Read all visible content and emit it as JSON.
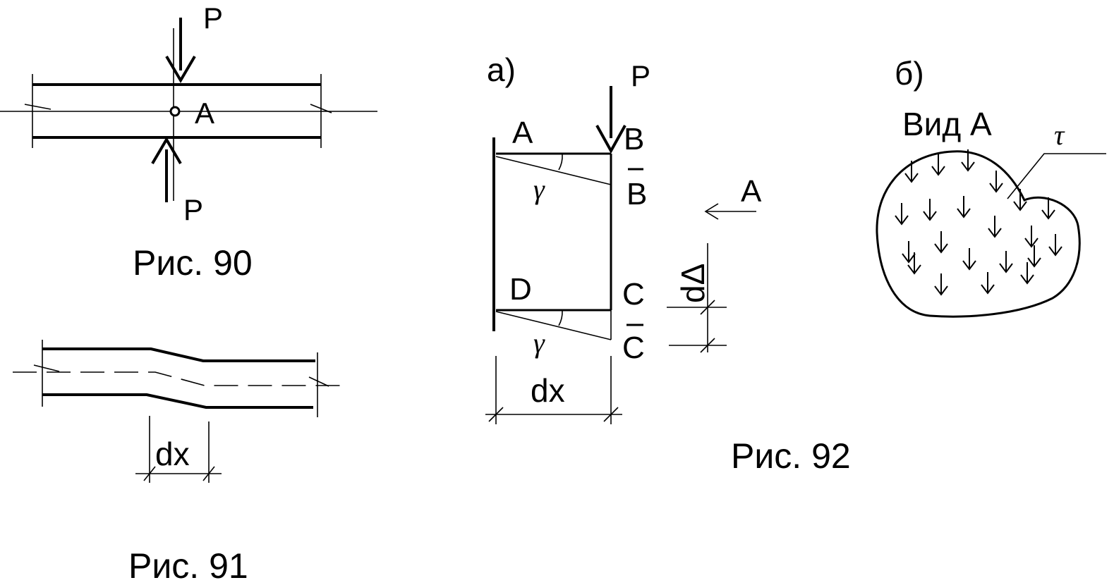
{
  "fig90": {
    "caption": "Рис. 90",
    "force_top": "P",
    "force_bottom": "P",
    "point": "A"
  },
  "fig91": {
    "caption": "Рис. 91",
    "dim": "dx"
  },
  "fig92": {
    "caption": "Рис. 92",
    "part_a": {
      "label": "а)",
      "force": "P",
      "corner_A": "A",
      "corner_B": "B",
      "corner_B_bar": "B",
      "corner_C": "C",
      "corner_C_bar": "C",
      "corner_D": "D",
      "angle_top": "γ",
      "angle_bottom": "γ",
      "view_arrow": "A",
      "dim_delta": "dΔ",
      "dim_x": "dx"
    },
    "part_b": {
      "label": "б)",
      "title": "Вид А",
      "stress": "τ"
    }
  }
}
